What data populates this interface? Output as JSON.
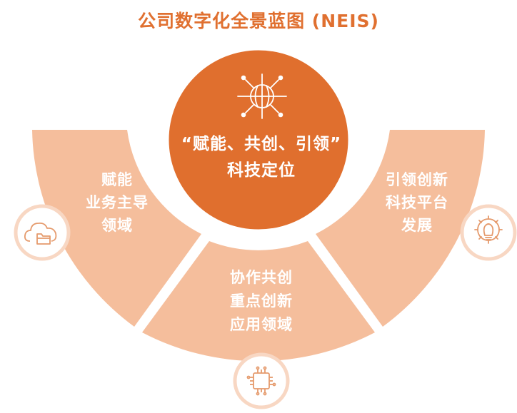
{
  "title": "公司数字化全景蓝图 (NEIS)",
  "colors": {
    "title": "#E07030",
    "center_fill": "#E06F2E",
    "segment_fill": "#F5BE9C",
    "icon_stroke": "#E59A6C",
    "icon_ring": "#F8D7C3"
  },
  "center": {
    "icon": "globe-network-icon",
    "lines": [
      "“赋能、共创、引领”",
      "科技定位"
    ]
  },
  "segments": {
    "left": {
      "icon": "cloud-folder-icon",
      "lines": [
        "赋能",
        "业务主导",
        "领域"
      ]
    },
    "bottom": {
      "icon": "chip-icon",
      "lines": [
        "协作共创",
        "重点创新",
        "应用领域"
      ]
    },
    "right": {
      "icon": "lightbulb-gear-icon",
      "lines": [
        "引领创新",
        "科技平台",
        "发展"
      ]
    }
  }
}
